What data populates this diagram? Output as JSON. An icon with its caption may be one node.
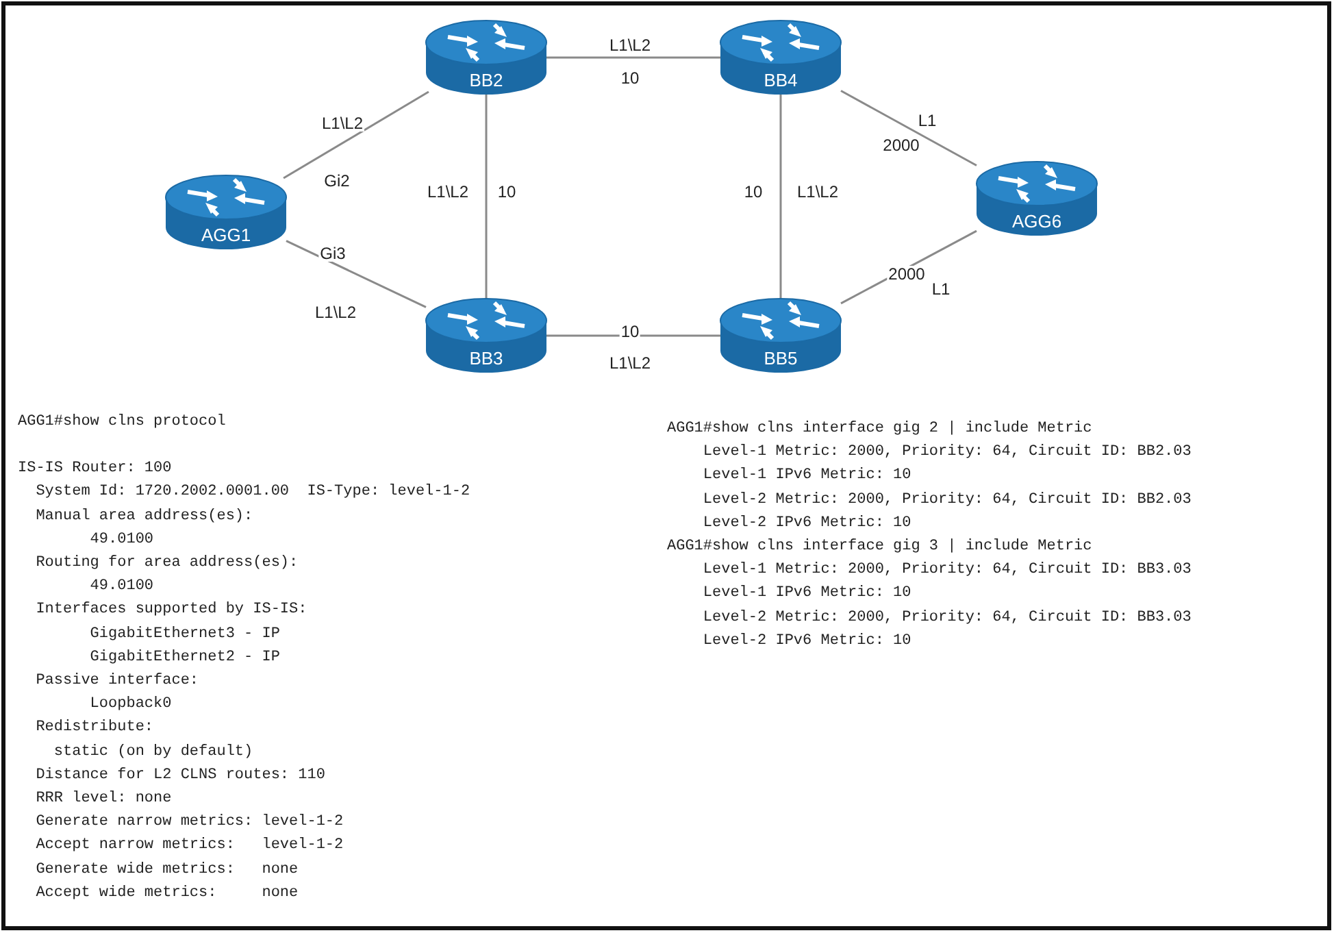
{
  "diagram": {
    "nodes": [
      {
        "text": [
          "AGG1"
        ]
      },
      {
        "text": [
          "BB2"
        ]
      },
      {
        "text": [
          "BB4"
        ]
      },
      {
        "text": [
          "AGG6"
        ]
      },
      {
        "text": [
          "BB3"
        ]
      },
      {
        "text": [
          "BB5"
        ]
      }
    ],
    "edges": [
      {
        "from": 0,
        "to": 1,
        "arrow": "none",
        "label": "L1\\L2"
      },
      {
        "from": 0,
        "to": 4,
        "arrow": "none",
        "label": "L1\\L2"
      },
      {
        "from": 1,
        "to": 2,
        "arrow": "none",
        "label": "L1\\L2"
      },
      {
        "from": 1,
        "to": 4,
        "arrow": "none",
        "label": "L1\\L2"
      },
      {
        "from": 2,
        "to": 5,
        "arrow": "none",
        "label": "L1\\L2"
      },
      {
        "from": 4,
        "to": 5,
        "arrow": "none",
        "label": "L1\\L2"
      },
      {
        "from": 2,
        "to": 3,
        "arrow": "none",
        "label": "L1"
      },
      {
        "from": 5,
        "to": 3,
        "arrow": "none",
        "label": "L1"
      }
    ],
    "labels": [
      "Gi2",
      "Gi3",
      "10",
      "10",
      "10",
      "10",
      "2000",
      "2000",
      "AGG1#show clns protocol",
      "IS-IS Router: 100",
      "  System Id: 1720.2002.0001.00  IS-Type: level-1-2",
      "  Manual area address(es):",
      "        49.0100",
      "  Routing for area address(es):",
      "        49.0100",
      "  Interfaces supported by IS-IS:",
      "        GigabitEthernet3 - IP",
      "        GigabitEthernet2 - IP",
      "  Passive interface:",
      "        Loopback0",
      "  Redistribute:",
      "    static (on by default)",
      "  Distance for L2 CLNS routes: 110",
      "  RRR level: none",
      "  Generate narrow metrics: level-1-2",
      "  Accept narrow metrics:   level-1-2",
      "  Generate wide metrics:   none",
      "  Accept wide metrics:     none",
      "AGG1#show clns interface gig 2 | include Metric",
      "    Level-1 Metric: 2000, Priority: 64, Circuit ID: BB2.03",
      "    Level-1 IPv6 Metric: 10",
      "    Level-2 Metric: 2000, Priority: 64, Circuit ID: BB2.03",
      "    Level-2 IPv6 Metric: 10",
      "AGG1#show clns interface gig 3 | include Metric",
      "    Level-1 Metric: 2000, Priority: 64, Circuit ID: BB3.03",
      "    Level-1 IPv6 Metric: 10",
      "    Level-2 Metric: 2000, Priority: 64, Circuit ID: BB3.03",
      "    Level-2 IPv6 Metric: 10"
    ]
  }
}
